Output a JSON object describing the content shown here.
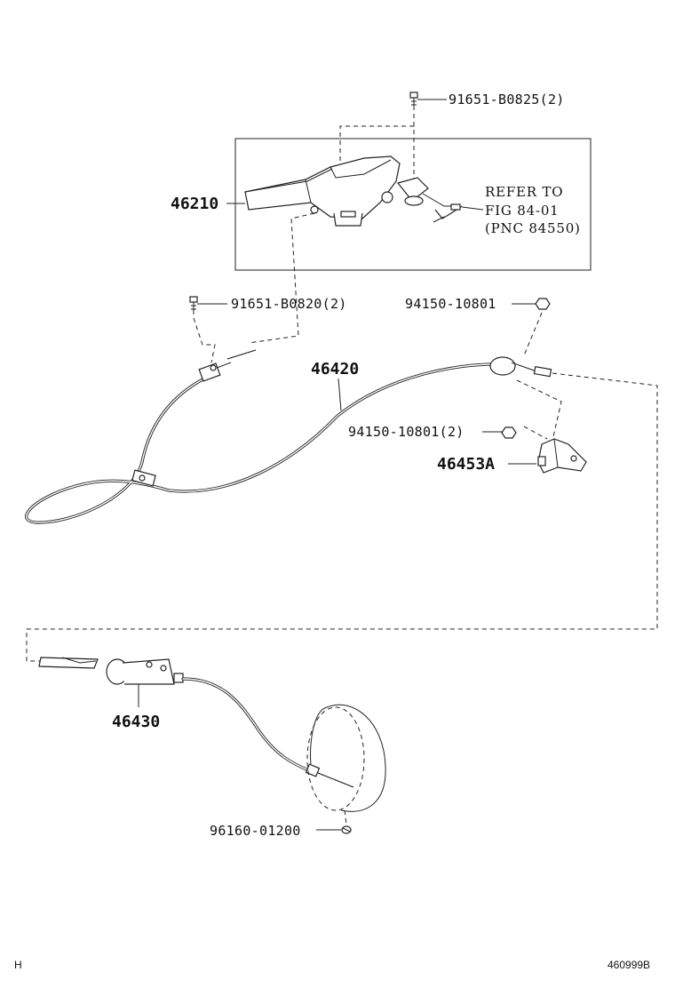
{
  "labels": {
    "bolt_top": "91651-B0825(2)",
    "lever_assy": "46210",
    "refer_line1": "REFER TO",
    "refer_line2": "FIG 84-01",
    "refer_line3": "(PNC 84550)",
    "bolt_left": "91651-B0820(2)",
    "nut_right": "94150-10801",
    "cable_front": "46420",
    "nut_mid": "94150-10801(2)",
    "bracket": "46453A",
    "cable_rear": "46430",
    "clip": "96160-01200",
    "corner_left": "H",
    "corner_right": "460999B"
  }
}
